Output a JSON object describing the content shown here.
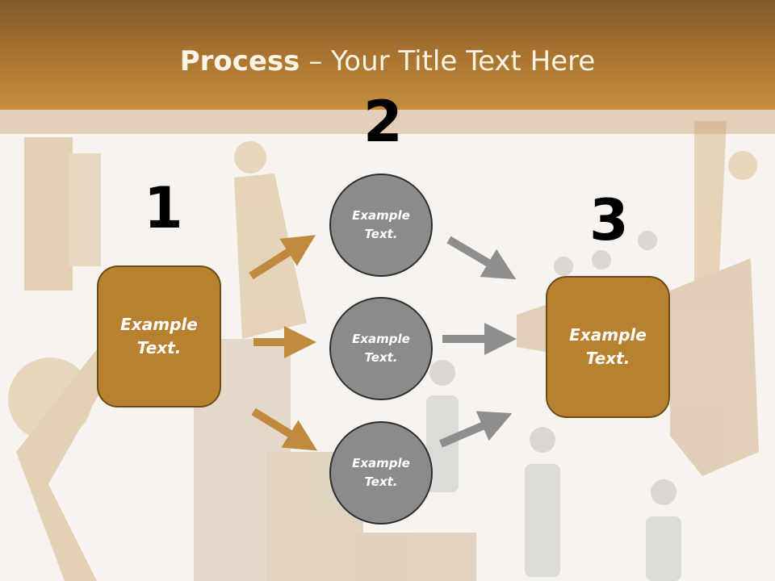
{
  "title": {
    "bold": "Process",
    "rest": " – Your Title Text Here"
  },
  "steps": {
    "one": "1",
    "two": "2",
    "three": "3"
  },
  "left_box": {
    "line1": "Example",
    "line2": "Text."
  },
  "right_box": {
    "line1": "Example",
    "line2": "Text."
  },
  "circles": [
    {
      "line1": "Example",
      "line2": "Text."
    },
    {
      "line1": "Example",
      "line2": "Text."
    },
    {
      "line1": "Example",
      "line2": "Text."
    }
  ],
  "colors": {
    "box": "#b8812f",
    "circle": "#8b8b8b",
    "orange_arrow": "#c08a3e",
    "gray_arrow": "#8e8e8e",
    "header": "#a5712f"
  }
}
